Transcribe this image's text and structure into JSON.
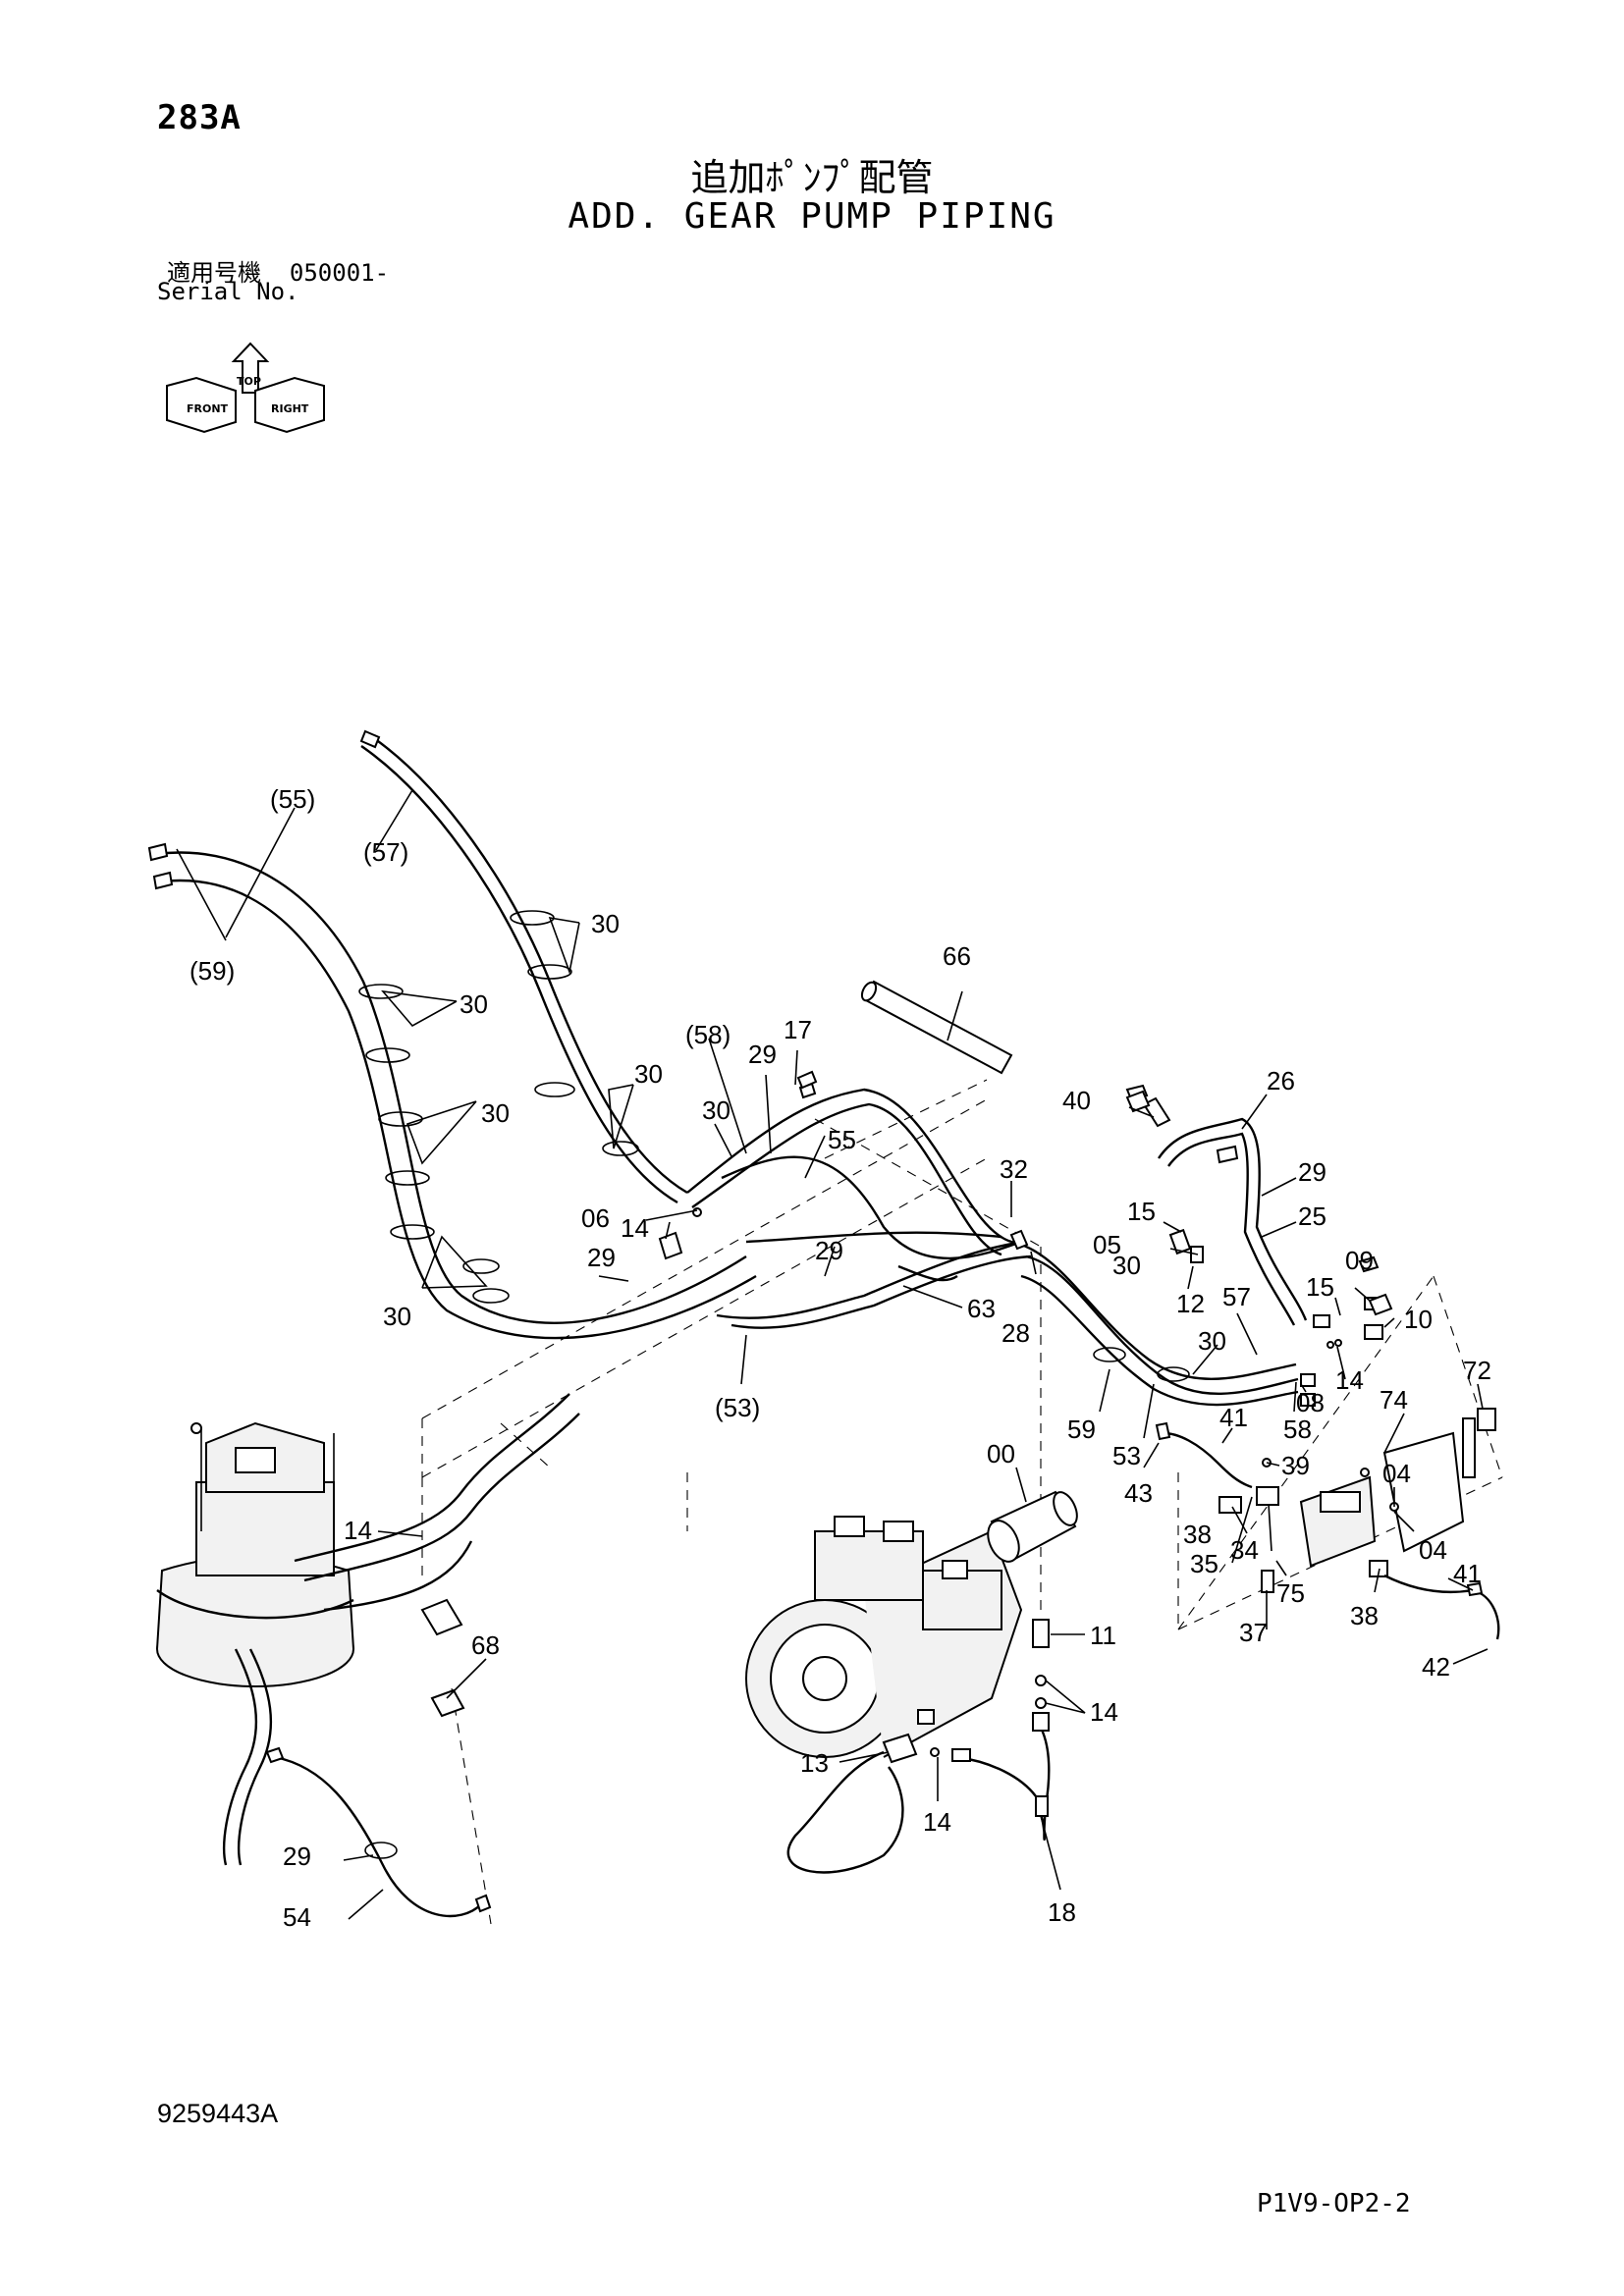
{
  "header": {
    "page_id": "283A",
    "title_jp": "追加ﾎﾟﾝﾌﾟ配管",
    "title_en": "ADD. GEAR PUMP PIPING",
    "serial_label_jp": "適用号機",
    "serial_range": "050001-",
    "serial_label_en": "Serial No."
  },
  "orientation_icon": {
    "labels": [
      "TOP",
      "FRONT",
      "RIGHT"
    ]
  },
  "callouts": [
    "(55)",
    "(57)",
    "(59)",
    "30",
    "30",
    "30",
    "30",
    "30",
    "(58)",
    "29",
    "17",
    "66",
    "30",
    "55",
    "14",
    "06",
    "29",
    "29",
    "63",
    "(53)",
    "32",
    "28",
    "40",
    "26",
    "29",
    "15",
    "05",
    "25",
    "30",
    "12",
    "57",
    "09",
    "15",
    "10",
    "30",
    "14",
    "08",
    "72",
    "59",
    "53",
    "58",
    "74",
    "41",
    "39",
    "04",
    "00",
    "43",
    "38",
    "35",
    "34",
    "04",
    "75",
    "37",
    "38",
    "41",
    "42",
    "14",
    "68",
    "11",
    "14",
    "13",
    "14",
    "29",
    "54",
    "18"
  ],
  "footer": {
    "doc_number": "9259443A",
    "page_ref": "P1V9-OP2-2"
  }
}
